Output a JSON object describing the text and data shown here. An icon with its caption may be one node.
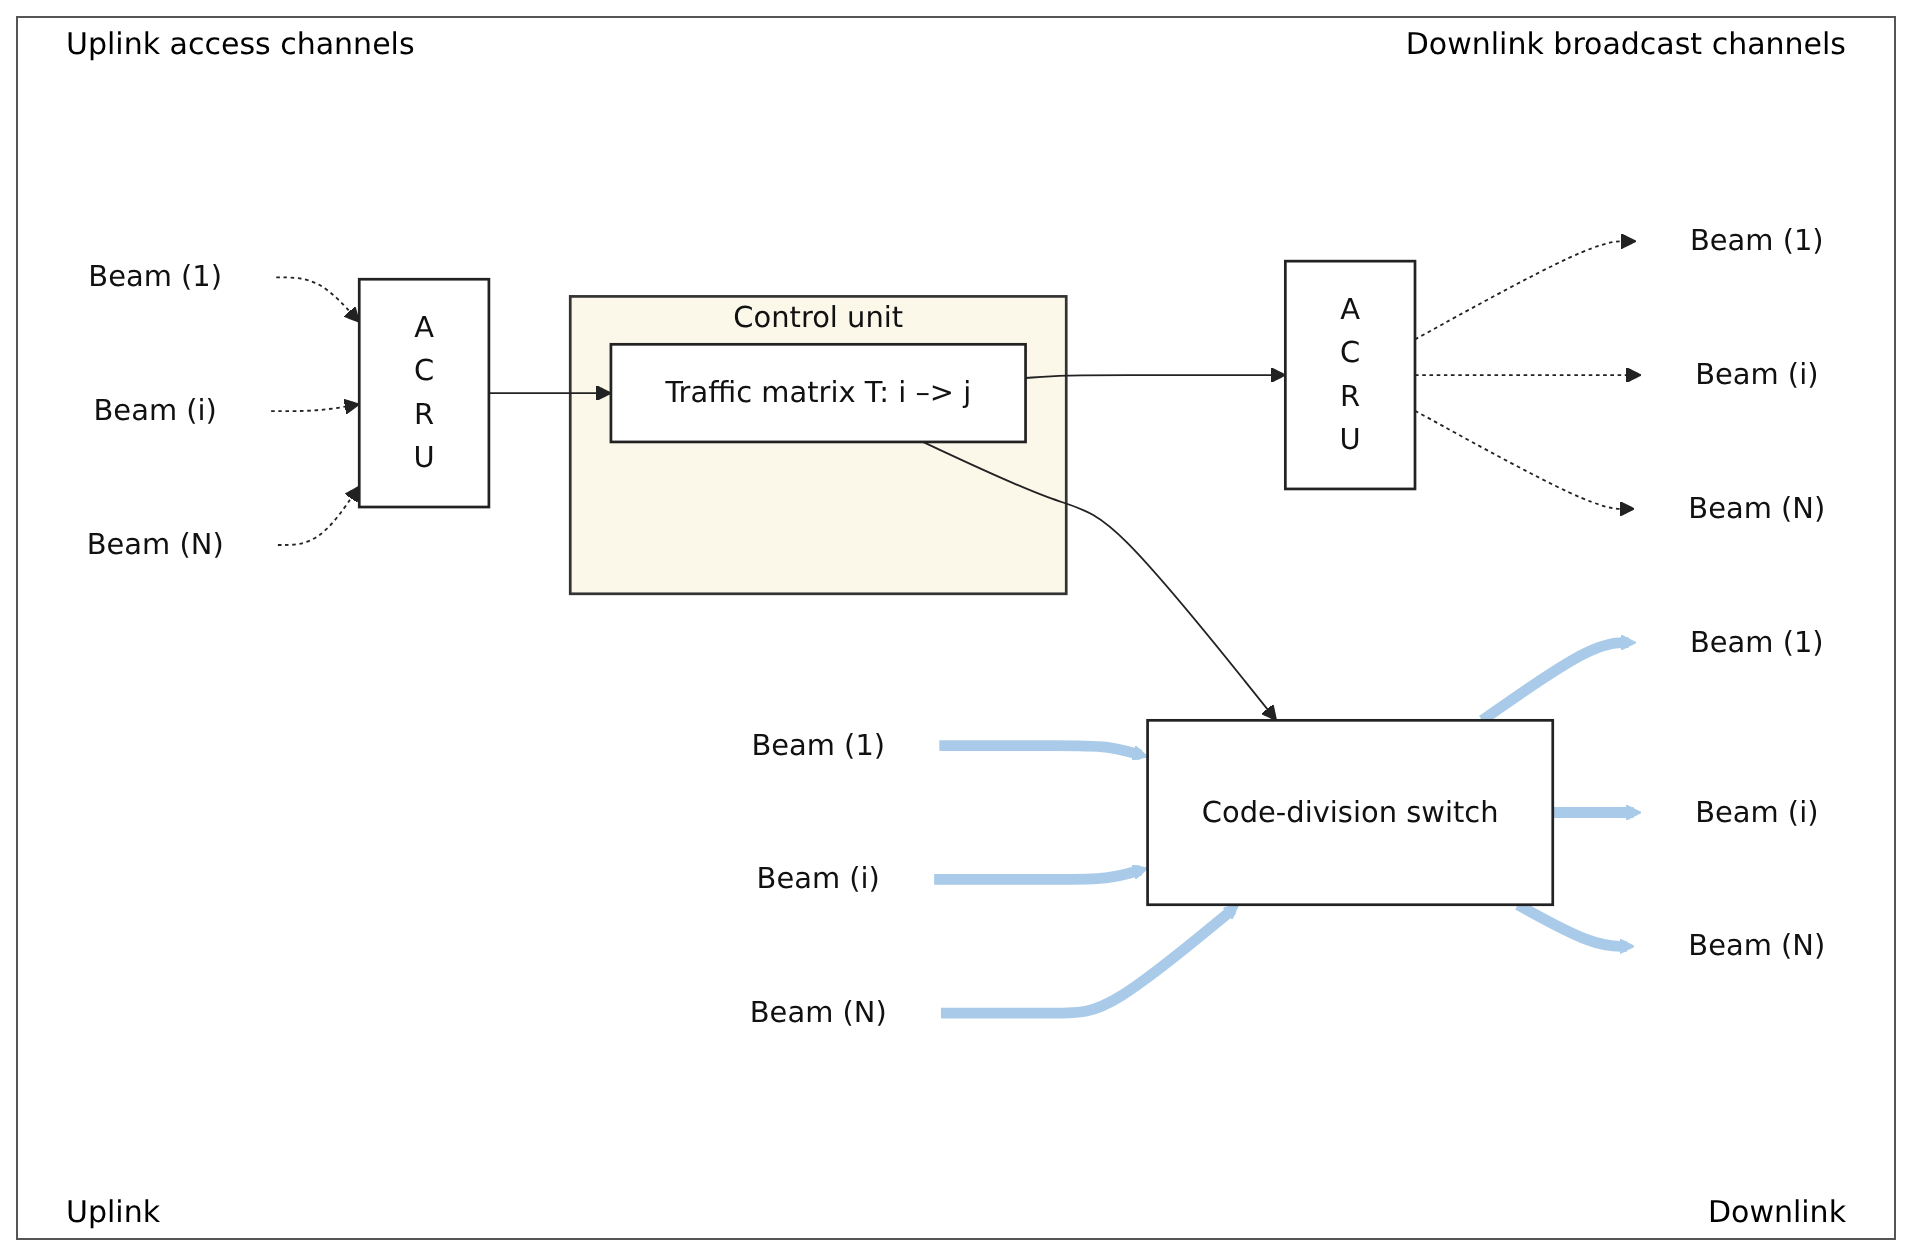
{
  "diagram": {
    "nodes": [
      {
        "text": [
          "Beam (1)"
        ]
      },
      {
        "text": [
          "Beam (i)"
        ]
      },
      {
        "text": [
          "Beam (N)"
        ]
      },
      {
        "text": [
          "A C R U"
        ]
      },
      {
        "text": [
          "Control unit"
        ]
      },
      {
        "text": [
          "Traffic matrix T: i –> j"
        ],
        "in": 4
      },
      {
        "text": [
          "A C R U"
        ]
      },
      {
        "text": [
          "Beam (1)"
        ]
      },
      {
        "text": [
          "Beam (i)"
        ]
      },
      {
        "text": [
          "Beam (N)"
        ]
      },
      {
        "text": [
          "Code-division switch"
        ]
      },
      {
        "text": [
          "Beam (1)"
        ]
      },
      {
        "text": [
          "Beam (i)"
        ]
      },
      {
        "text": [
          "Beam (N)"
        ]
      },
      {
        "text": [
          "Beam (1)"
        ]
      },
      {
        "text": [
          "Beam (i)"
        ]
      },
      {
        "text": [
          "Beam (N)"
        ]
      }
    ],
    "edges": [
      {
        "from": 0,
        "to": 3,
        "arrow": "to",
        "style": "dashed"
      },
      {
        "from": 1,
        "to": 3,
        "arrow": "to",
        "style": "dashed"
      },
      {
        "from": 2,
        "to": 3,
        "arrow": "to",
        "style": "dashed"
      },
      {
        "from": 3,
        "to": 5,
        "arrow": "to"
      },
      {
        "from": 5,
        "to": 6,
        "arrow": "to"
      },
      {
        "from": 6,
        "to": 7,
        "arrow": "to",
        "style": "dashed"
      },
      {
        "from": 6,
        "to": 8,
        "arrow": "to",
        "style": "dashed"
      },
      {
        "from": 6,
        "to": 9,
        "arrow": "to",
        "style": "dashed"
      },
      {
        "from": 5,
        "to": 10,
        "arrow": "to"
      },
      {
        "from": 11,
        "to": 10,
        "arrow": "to",
        "style": "thick",
        "color": "#a9cbe9"
      },
      {
        "from": 12,
        "to": 10,
        "arrow": "to",
        "style": "thick",
        "color": "#a9cbe9"
      },
      {
        "from": 13,
        "to": 10,
        "arrow": "to",
        "style": "thick",
        "color": "#a9cbe9"
      },
      {
        "from": 10,
        "to": 14,
        "arrow": "to",
        "style": "thick",
        "color": "#a9cbe9"
      },
      {
        "from": 10,
        "to": 15,
        "arrow": "to",
        "style": "thick",
        "color": "#a9cbe9"
      },
      {
        "from": 10,
        "to": 16,
        "arrow": "to",
        "style": "thick",
        "color": "#a9cbe9"
      }
    ],
    "labels": [
      "Uplink access channels",
      "Downlink broadcast channels",
      "Uplink",
      "Downlink"
    ]
  }
}
